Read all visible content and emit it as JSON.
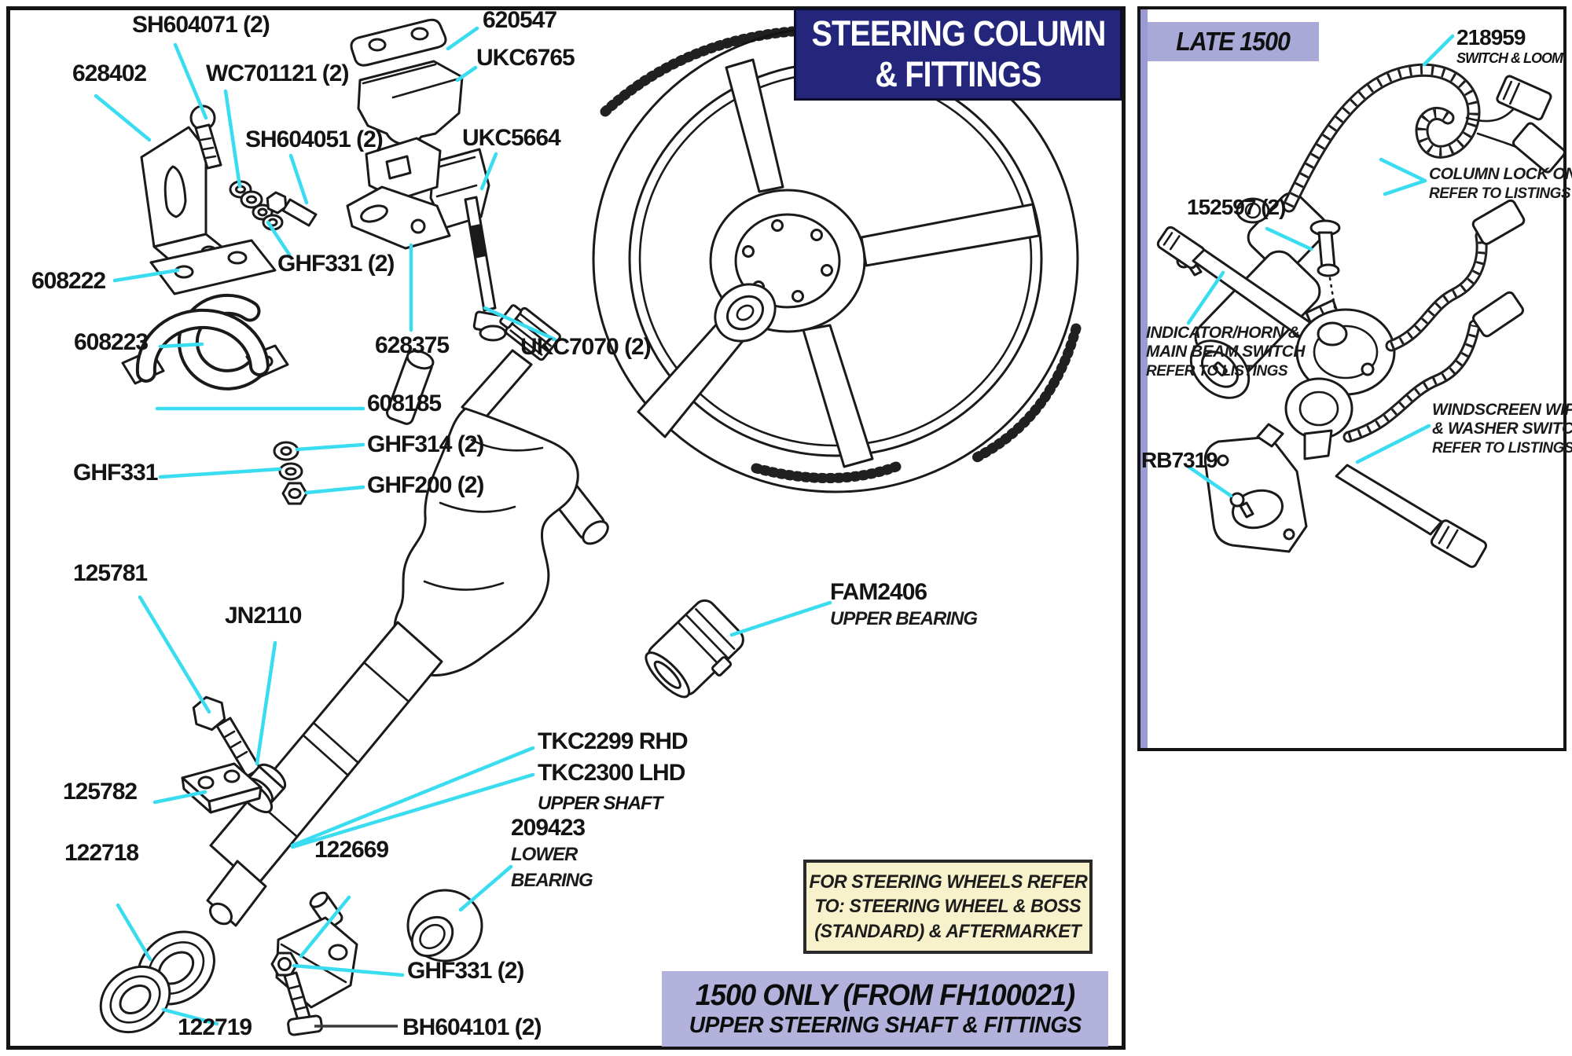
{
  "title_box": {
    "line1": "STEERING COLUMN",
    "line2": "& FITTINGS"
  },
  "colors": {
    "title_navy": "#23267b",
    "leader_cyan": "#3adcf0",
    "lavender_banner": "#b2b2dc",
    "lavender_header": "#a9a9d8",
    "panel_stripe": "#9b9bd4",
    "note_cream": "#f7f2cb",
    "ink": "#141414"
  },
  "labels": [
    {
      "text": "SH604071 (2)"
    },
    {
      "text": "620547"
    },
    {
      "text": "UKC6765"
    },
    {
      "text": "UKC5664"
    },
    {
      "text": "628402"
    },
    {
      "text": "WC701121 (2)"
    },
    {
      "text": "SH604051 (2)"
    },
    {
      "text": "608222"
    },
    {
      "text": "GHF331 (2)"
    },
    {
      "text": "608223"
    },
    {
      "text": "628375"
    },
    {
      "text": "UKC7070 (2)"
    },
    {
      "text": "608185"
    },
    {
      "text": "GHF314 (2)"
    },
    {
      "text": "GHF200 (2)"
    },
    {
      "text": "GHF331"
    },
    {
      "text": "125781"
    },
    {
      "text": "JN2110"
    },
    {
      "text": "FAM2406",
      "sub": "UPPER BEARING"
    },
    {
      "text": "TKC2299 RHD"
    },
    {
      "text": "TKC2300 LHD"
    },
    {
      "text": "UPPER SHAFT"
    },
    {
      "text": "125782"
    },
    {
      "text": "122718"
    },
    {
      "text": "122669"
    },
    {
      "text": "209423",
      "sub": "LOWER",
      "sub2": "BEARING"
    },
    {
      "text": "GHF331 (2)"
    },
    {
      "text": "122719"
    },
    {
      "text": "BH604101 (2)"
    }
  ],
  "note_box": {
    "line1": "FOR STEERING WHEELS REFER",
    "line2": "TO: STEERING WHEEL & BOSS",
    "line3": "(STANDARD) & AFTERMARKET"
  },
  "banner": {
    "line1": "1500 ONLY (FROM FH100021)",
    "line2": "UPPER STEERING SHAFT & FITTINGS"
  },
  "panel": {
    "header": "LATE 1500",
    "labels": [
      {
        "text": "218959",
        "sub": "SWITCH & LOOM"
      },
      {
        "line1": "COLUMN LOCK ONLY",
        "line2": "REFER TO LISTINGS"
      },
      {
        "text": "152597 (2)"
      },
      {
        "line1": "INDICATOR/HORN &",
        "line2": "MAIN BEAM SWITCH",
        "line3": "REFER TO LISTINGS"
      },
      {
        "text": "RB7319"
      },
      {
        "line1": "WINDSCREEN WIPER",
        "line2": "& WASHER SWITCH",
        "line3": "REFER TO LISTINGS"
      }
    ]
  }
}
